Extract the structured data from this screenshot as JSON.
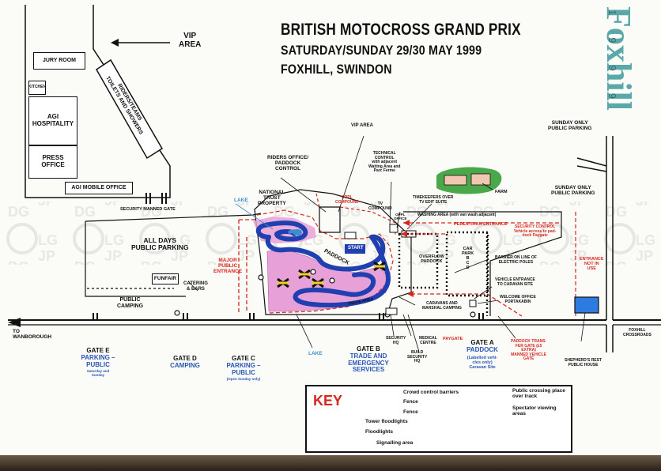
{
  "title": {
    "line1": "BRITISH MOTOCROSS GRAND PRIX",
    "line2": "SATURDAY/SUNDAY 29/30 MAY 1999",
    "line3": "FOXHILL, SWINDON"
  },
  "logo": {
    "text": "Foxhill",
    "year": "1999"
  },
  "colors": {
    "red": "#d7261e",
    "blue": "#2a56b8",
    "track": "#2040b0",
    "pink": "#e8a0d8",
    "green": "#4aa84a",
    "lake_label": "#3a8fd0"
  },
  "labels": {
    "vip_area_top": "VIP\nAREA",
    "jury_room": "JURY ROOM",
    "kitchen": "KITCHEN",
    "agi_hospitality": "AGI\nHOSPITALITY",
    "press_office": "PRESS\nOFFICE",
    "agi_mobile_office": "AGI MOBILE OFFICE",
    "riders_teams": "RIDERS/TEAMS\nTOILETS AND SHOWERS",
    "security_manned_gate": "SECURITY MANNED GATE",
    "vip_area_mid": "VIP AREA",
    "riders_office": "RIDERS OFFICE/\nPADDOCK\nCONTROL",
    "technical_control": "TECHNICAL\nCONTROL\nwith adjacent\nWaiting Area and\nParc Ferme",
    "farm": "FARM",
    "sunday_only_parking_1": "SUNDAY ONLY\nPUBLIC PARKING",
    "sunday_only_parking_2": "SUNDAY ONLY\nPUBLIC PARKING",
    "lake_top": "LAKE",
    "national_trust": "NATIONAL\nTRUST\nPROPERTY",
    "oppl_compound": "OPPL\nCOMPOUND",
    "tv_compound": "TV\nCOMPOUND",
    "oppl_office": "OPPL\nOFFICE",
    "timekeepers": "TIMEKEEPERS OVER\nTV EDIT SUITE",
    "washing_area": "WASHING AREA (with van wash adjacent)",
    "pedestrian_entrance": "PEDESTRIAN ENTRANCE",
    "security_control": "SECURITY CONTROL\nVehicle access to pad-\ndock Paygate",
    "all_days_parking": "ALL DAYS\nPUBLIC PARKING",
    "major_public_entrance": "MAJOR\nPUBLIC\nENTRANCE",
    "paddock": "PADDOCK",
    "start": "START",
    "overflow_paddock": "OVERFLOW\nPADDOCK",
    "car_park": "CAR\nPARK\nB\nC\nD",
    "barrier": "BARRIER ON LINE OF\nELECTRIC POLES",
    "entrance_not_in_use": "ENTRANCE\nNOT IN\nUSE",
    "funfair": "FUNFAIR",
    "catering": "CATERING\n& BARS",
    "public_camping": "PUBLIC\nCAMPING",
    "vehicle_entrance": "VEHICLE ENTRANCE\nTO CARAVAN SITE",
    "welcome_office": "WELCOME OFFICE\nPORTAKABIN",
    "trade_area": "TRADE AREA",
    "caravans": "CARAVANS AND\nMARSHAL CAMPING",
    "to_wanborough": "TO\nWANBOROUGH",
    "foxhill_crossroads": "FOXHILL\nCROSSROADS",
    "security_hq": "SECURITY\nHQ",
    "medical_centre": "MEDICAL\nCENTRE",
    "paygate": "PAYGATE",
    "build_security_hq": "BUILD\nSECURITY\nHQ",
    "lake_bottom": "LAKE",
    "paddock_transfer_gate": "PADDOCK TRANS-\nFER GATE (£5\nEXTRA)\nMANNED VEHICLE\nGATE",
    "shepherds_rest": "SHEPHERD'S REST\nPUBLIC HOUSE"
  },
  "gates": [
    {
      "id": "gate-e",
      "name": "GATE E",
      "desc": "PARKING –\nPUBLIC",
      "note": "Saturday and\nSunday"
    },
    {
      "id": "gate-d",
      "name": "GATE D",
      "desc": "CAMPING",
      "note": ""
    },
    {
      "id": "gate-c",
      "name": "GATE C",
      "desc": "PARKING –\nPUBLIC",
      "note": "(Open Sunday only)"
    },
    {
      "id": "gate-b",
      "name": "GATE B",
      "desc": "TRADE AND\nEMERGENCY\nSERVICES",
      "note": ""
    },
    {
      "id": "gate-a",
      "name": "GATE A",
      "desc": "PADDOCK",
      "note": "(Labelled vehi-\ncles only)\nCaravan Site"
    }
  ],
  "key": {
    "title": "KEY",
    "crowd_barriers": "Crowd control barriers",
    "fence1": "Fence",
    "fence2": "Fence",
    "tower_floodlights": "Tower floodlights",
    "floodlights": "Floodlights",
    "signalling": "Signalling area",
    "crossing": "Public crossing place\nover track",
    "spectator": "Spectator viewing\nareas"
  },
  "watermark": "LG\nJP\nDG"
}
